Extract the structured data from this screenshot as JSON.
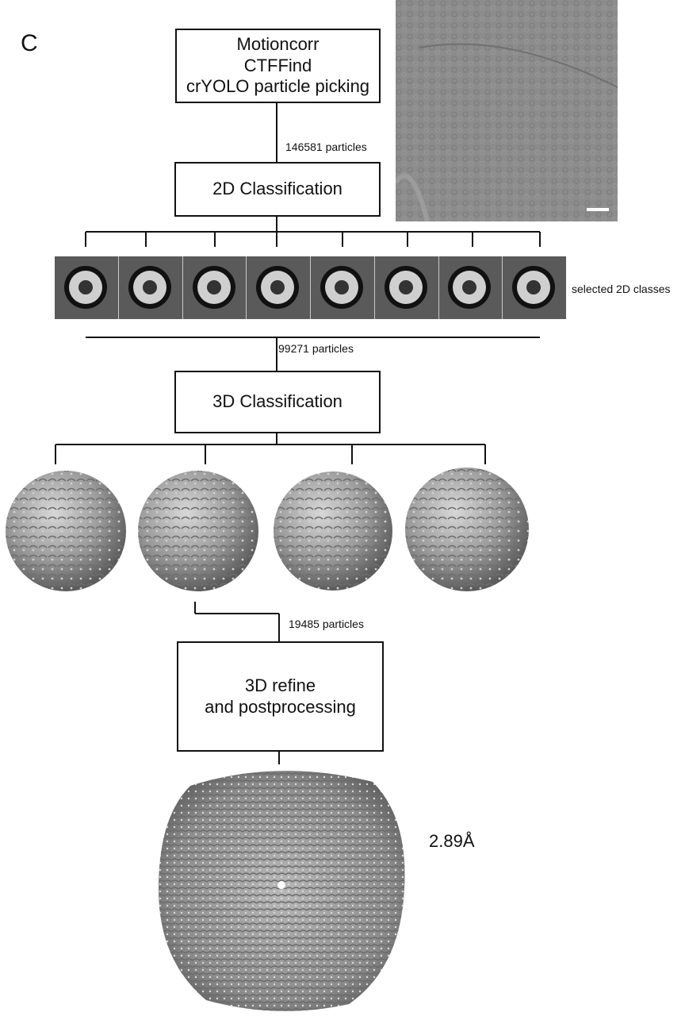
{
  "panel_label": "C",
  "steps": [
    {
      "lines": [
        "Motioncorr",
        "CTFFind",
        "crYOLO particle picking"
      ]
    },
    {
      "lines": [
        "2D Classification"
      ]
    },
    {
      "lines": [
        "3D Classification"
      ]
    },
    {
      "lines": [
        "3D refine",
        "and postprocessing"
      ]
    }
  ],
  "counts": {
    "after_picking": "146581 particles",
    "after_2d": "99271 particles",
    "after_3d": "19485 particles"
  },
  "selected_2d_label": "selected 2D classes",
  "resolution": "2.89Å",
  "colors": {
    "line": "#111111",
    "micrograph_bg": "#8a8a8a",
    "class_bg": "#5a5a5a",
    "density": "#9a9a9a"
  }
}
